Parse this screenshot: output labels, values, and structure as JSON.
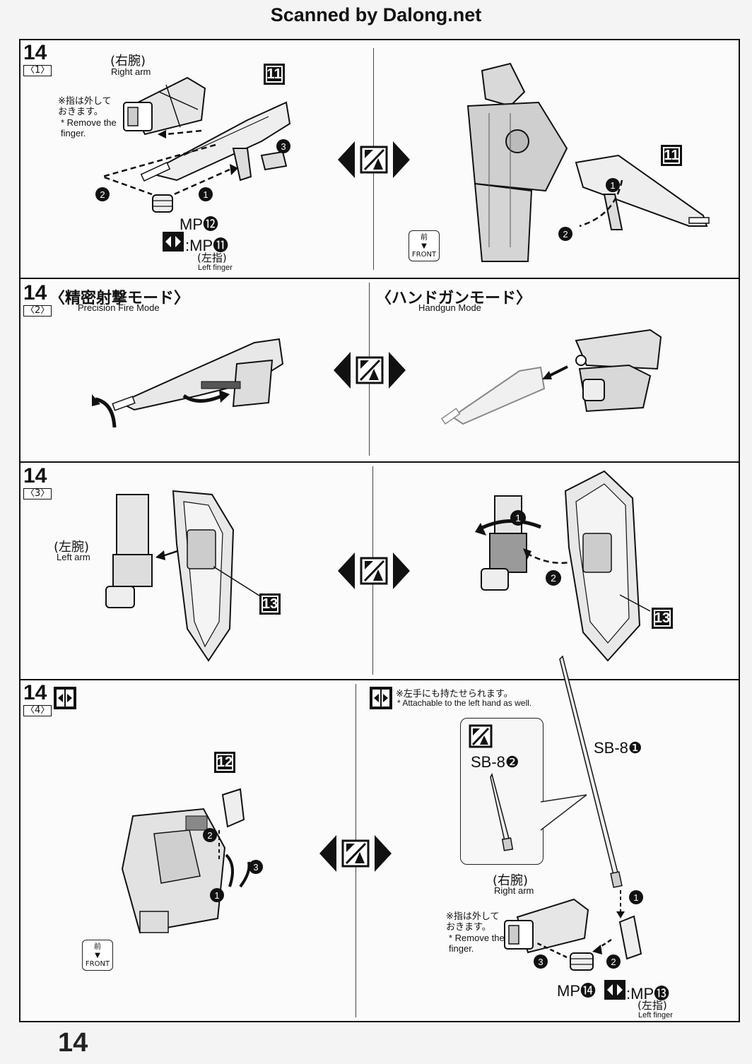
{
  "header": {
    "credit": "Scanned by Dalong.net"
  },
  "page_number": "14",
  "step": "14",
  "sections": [
    {
      "sub": "〈1〉",
      "arm_jp": "(右腕)",
      "arm_en": "Right arm",
      "note_jp": "※指は外して おきます。",
      "note_en": "* Remove the finger.",
      "part_left": "11",
      "part_right": "11",
      "mp_main": "MP⓬",
      "mp_alt": ":MP⓫",
      "finger_jp": "(左指)",
      "finger_en": "Left finger",
      "front_jp": "前",
      "front_en": "FRONT"
    },
    {
      "sub": "〈2〉",
      "mode1_jp": "〈精密射撃モード〉",
      "mode1_en": "Precision Fire Mode",
      "mode2_jp": "〈ハンドガンモード〉",
      "mode2_en": "Handgun Mode"
    },
    {
      "sub": "〈3〉",
      "arm_jp": "(左腕)",
      "arm_en": "Left arm",
      "part_left": "13",
      "part_right": "13"
    },
    {
      "sub": "〈4〉",
      "part": "12",
      "note2_jp": "※左手にも持たせられます。",
      "note2_en": "* Attachable to the left hand as well.",
      "sb8_1": "SB-8❶",
      "sb8_2": "SB-8❷",
      "arm_jp": "(右腕)",
      "arm_en": "Right arm",
      "note_jp": "※指は外して おきます。",
      "note_en": "* Remove the finger.",
      "mp_main": "MP⓮",
      "mp_alt": ":MP⓭",
      "finger_jp": "(左指)",
      "finger_en": "Left finger",
      "front_jp": "前",
      "front_en": "FRONT"
    }
  ]
}
